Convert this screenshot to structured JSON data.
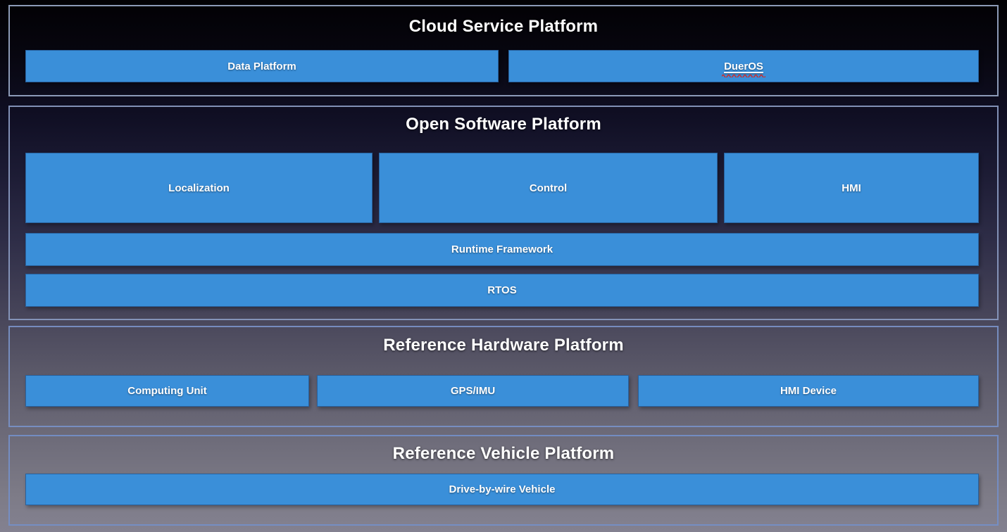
{
  "diagram": {
    "colors": {
      "box_blue": "#3a8fd9",
      "section_border": "#8294ba",
      "background_top": "#020104",
      "background_bottom": "#838190",
      "spellcheck_red": "#c93030",
      "text_white": "#ffffff"
    },
    "sections": {
      "cloud": {
        "title": "Cloud Service Platform",
        "boxes": {
          "data_platform": "Data Platform",
          "dueros": "DuerOS"
        }
      },
      "software": {
        "title": "Open Software Platform",
        "boxes": {
          "localization": "Localization",
          "control": "Control",
          "hmi": "HMI",
          "runtime_framework": "Runtime Framework",
          "rtos": "RTOS"
        }
      },
      "hardware": {
        "title": "Reference Hardware Platform",
        "boxes": {
          "computing_unit": "Computing Unit",
          "gps_imu": "GPS/IMU",
          "hmi_device": "HMI Device"
        }
      },
      "vehicle": {
        "title": "Reference Vehicle Platform",
        "boxes": {
          "drive_by_wire": "Drive-by-wire Vehicle"
        }
      }
    }
  }
}
